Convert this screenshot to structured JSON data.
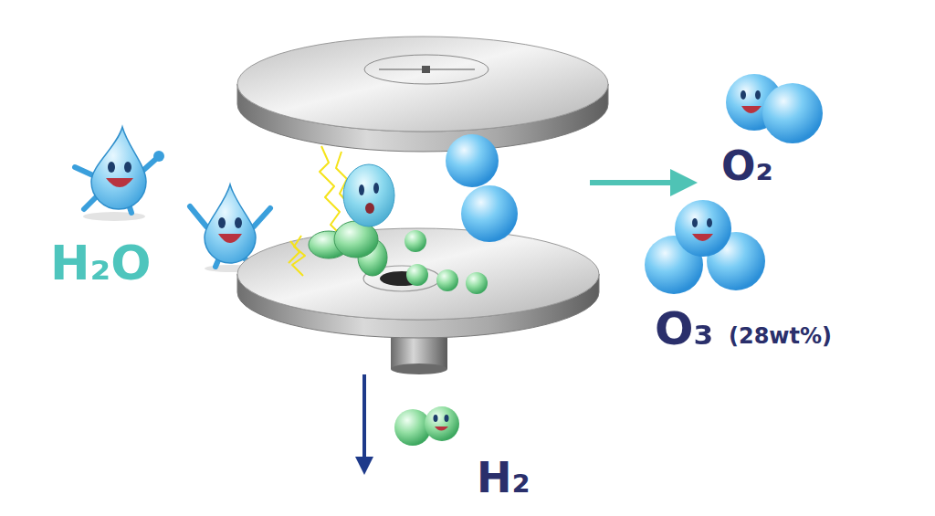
{
  "diagram": {
    "labels": [
      "H₂O",
      "O₂",
      "O₃",
      "(28wt%)",
      "H₂"
    ]
  }
}
